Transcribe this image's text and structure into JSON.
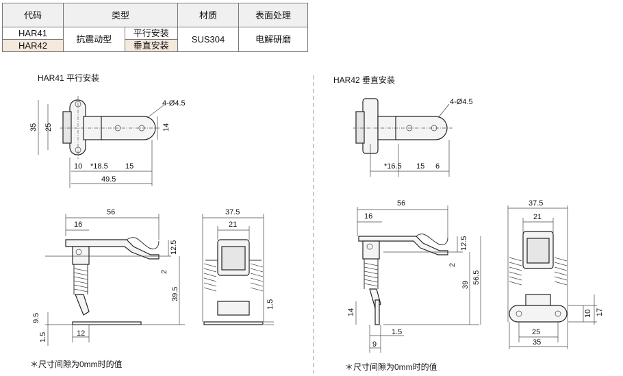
{
  "table": {
    "headers": [
      "代码",
      "类型",
      "材质",
      "表面处理"
    ],
    "rows": [
      {
        "code": "HAR41",
        "mount": "平行安装"
      },
      {
        "code": "HAR42",
        "mount": "垂直安装"
      }
    ],
    "type": "抗震动型",
    "material": "SUS304",
    "finish": "电解研磨"
  },
  "left": {
    "title": "HAR41  平行安装",
    "hole_note": "4-Ø4.5",
    "dims_top": {
      "h35": "35",
      "h25": "25",
      "h14": "14",
      "d10": "10",
      "d18_5": "*18.5",
      "d15": "15",
      "d49_5": "49.5"
    },
    "dims_side": {
      "d56": "56",
      "d16": "16",
      "d12_5": "12.5",
      "d2": "2",
      "d39_5": "39.5",
      "d9_5": "9.5",
      "d1_5": "1.5",
      "d12": "12"
    },
    "dims_front": {
      "d37_5": "37.5",
      "d21": "21",
      "d1_5": "1.5"
    },
    "footnote": "＊尺寸间隙为0mm时的值"
  },
  "right": {
    "title": "HAR42  垂直安装",
    "hole_note": "4-Ø4.5",
    "dims_top": {
      "d16_5": "*16.5",
      "d15": "15",
      "d6": "6"
    },
    "dims_side": {
      "d56": "56",
      "d16": "16",
      "d12_5": "12.5",
      "d2": "2",
      "d39": "39",
      "d56_5": "56.5",
      "d14": "14",
      "d1_5": "1.5",
      "d9": "9"
    },
    "dims_front": {
      "d37_5": "37.5",
      "d21": "21",
      "d25": "25",
      "d35": "35",
      "d10": "10",
      "d17": "17"
    },
    "footnote": "＊尺寸间隙为0mm时的值"
  }
}
